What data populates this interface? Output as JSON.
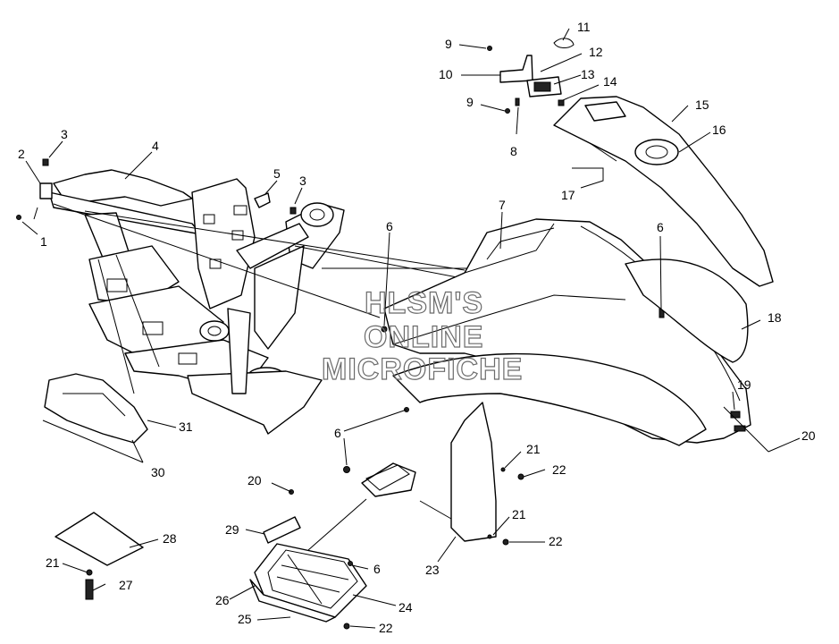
{
  "watermark": {
    "line1": "HLSM'S",
    "line2": "ONLINE",
    "line3": "MICROFICHE"
  },
  "callouts": [
    {
      "id": "c1",
      "text": "1"
    },
    {
      "id": "c2",
      "text": "2"
    },
    {
      "id": "c3a",
      "text": "3"
    },
    {
      "id": "c3b",
      "text": "3"
    },
    {
      "id": "c4",
      "text": "4"
    },
    {
      "id": "c5",
      "text": "5"
    },
    {
      "id": "c6a",
      "text": "6"
    },
    {
      "id": "c6b",
      "text": "6"
    },
    {
      "id": "c6c",
      "text": "6"
    },
    {
      "id": "c6d",
      "text": "6"
    },
    {
      "id": "c7",
      "text": "7"
    },
    {
      "id": "c8",
      "text": "8"
    },
    {
      "id": "c9a",
      "text": "9"
    },
    {
      "id": "c9b",
      "text": "9"
    },
    {
      "id": "c10",
      "text": "10"
    },
    {
      "id": "c11",
      "text": "11"
    },
    {
      "id": "c12",
      "text": "12"
    },
    {
      "id": "c13",
      "text": "13"
    },
    {
      "id": "c14",
      "text": "14"
    },
    {
      "id": "c15",
      "text": "15"
    },
    {
      "id": "c16",
      "text": "16"
    },
    {
      "id": "c17",
      "text": "17"
    },
    {
      "id": "c18",
      "text": "18"
    },
    {
      "id": "c19",
      "text": "19"
    },
    {
      "id": "c20a",
      "text": "20"
    },
    {
      "id": "c20b",
      "text": "20"
    },
    {
      "id": "c21a",
      "text": "21"
    },
    {
      "id": "c21b",
      "text": "21"
    },
    {
      "id": "c21c",
      "text": "21"
    },
    {
      "id": "c22a",
      "text": "22"
    },
    {
      "id": "c22b",
      "text": "22"
    },
    {
      "id": "c22c",
      "text": "22"
    },
    {
      "id": "c23",
      "text": "23"
    },
    {
      "id": "c24",
      "text": "24"
    },
    {
      "id": "c25",
      "text": "25"
    },
    {
      "id": "c26",
      "text": "26"
    },
    {
      "id": "c27",
      "text": "27"
    },
    {
      "id": "c28",
      "text": "28"
    },
    {
      "id": "c29",
      "text": "29"
    },
    {
      "id": "c30",
      "text": "30"
    },
    {
      "id": "c31",
      "text": "31"
    }
  ]
}
